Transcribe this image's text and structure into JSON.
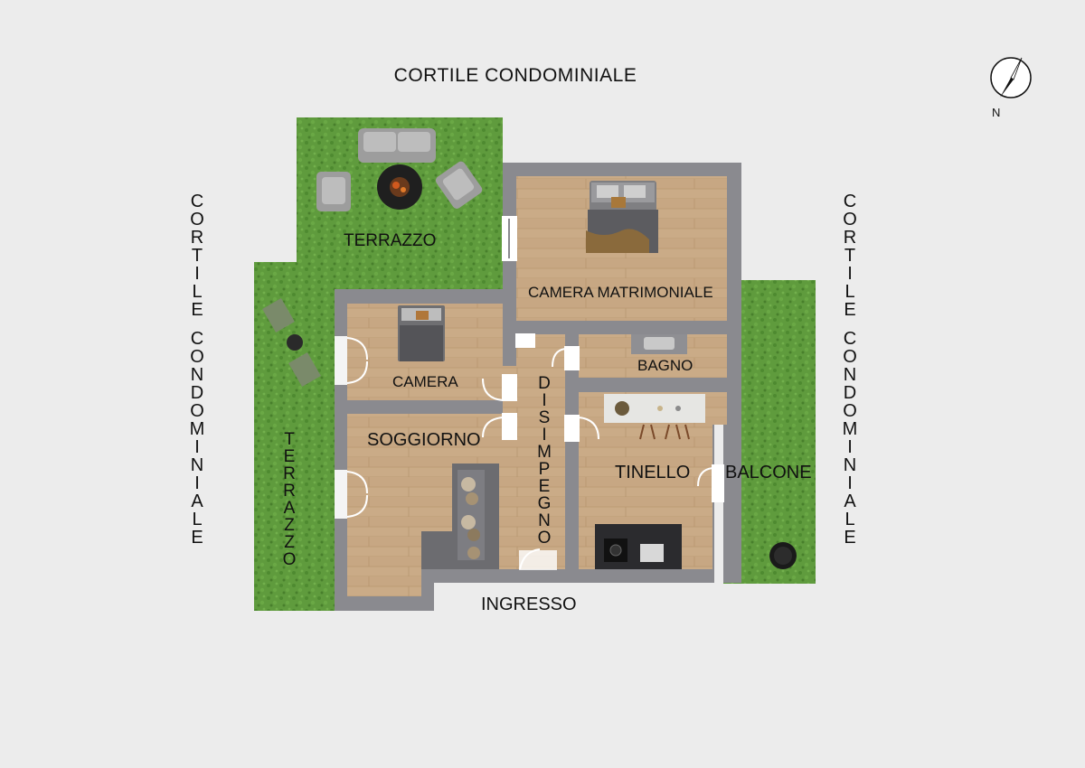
{
  "labels": {
    "courtyard_top": "CORTILE CONDOMINIALE",
    "courtyard_left": "CORTILE CONDOMINIALE",
    "courtyard_right": "CORTILE CONDOMINIALE",
    "terrace_top": "TERRAZZO",
    "terrace_left": "TERRAZZO",
    "master_bedroom": "CAMERA MATRIMONIALE",
    "bedroom": "CAMERA",
    "bathroom": "BAGNO",
    "living_room": "SOGGIORNO",
    "hallway": "DISIMPEGNO",
    "dining_room": "TINELLO",
    "balcony": "BALCONE",
    "entrance": "INGRESSO",
    "north": "N"
  },
  "colors": {
    "background": "#ececec",
    "wall": "#8a8a8f",
    "floor": "#c9aa86",
    "grass": "#5e9a3c",
    "text": "#111111"
  },
  "icons": [
    "compass-icon",
    "sofa-icon",
    "armchair-icon",
    "fire-pit-icon",
    "bed-icon",
    "table-icon",
    "kitchen-counter-icon",
    "planter-icon",
    "deck-chair-icon"
  ]
}
